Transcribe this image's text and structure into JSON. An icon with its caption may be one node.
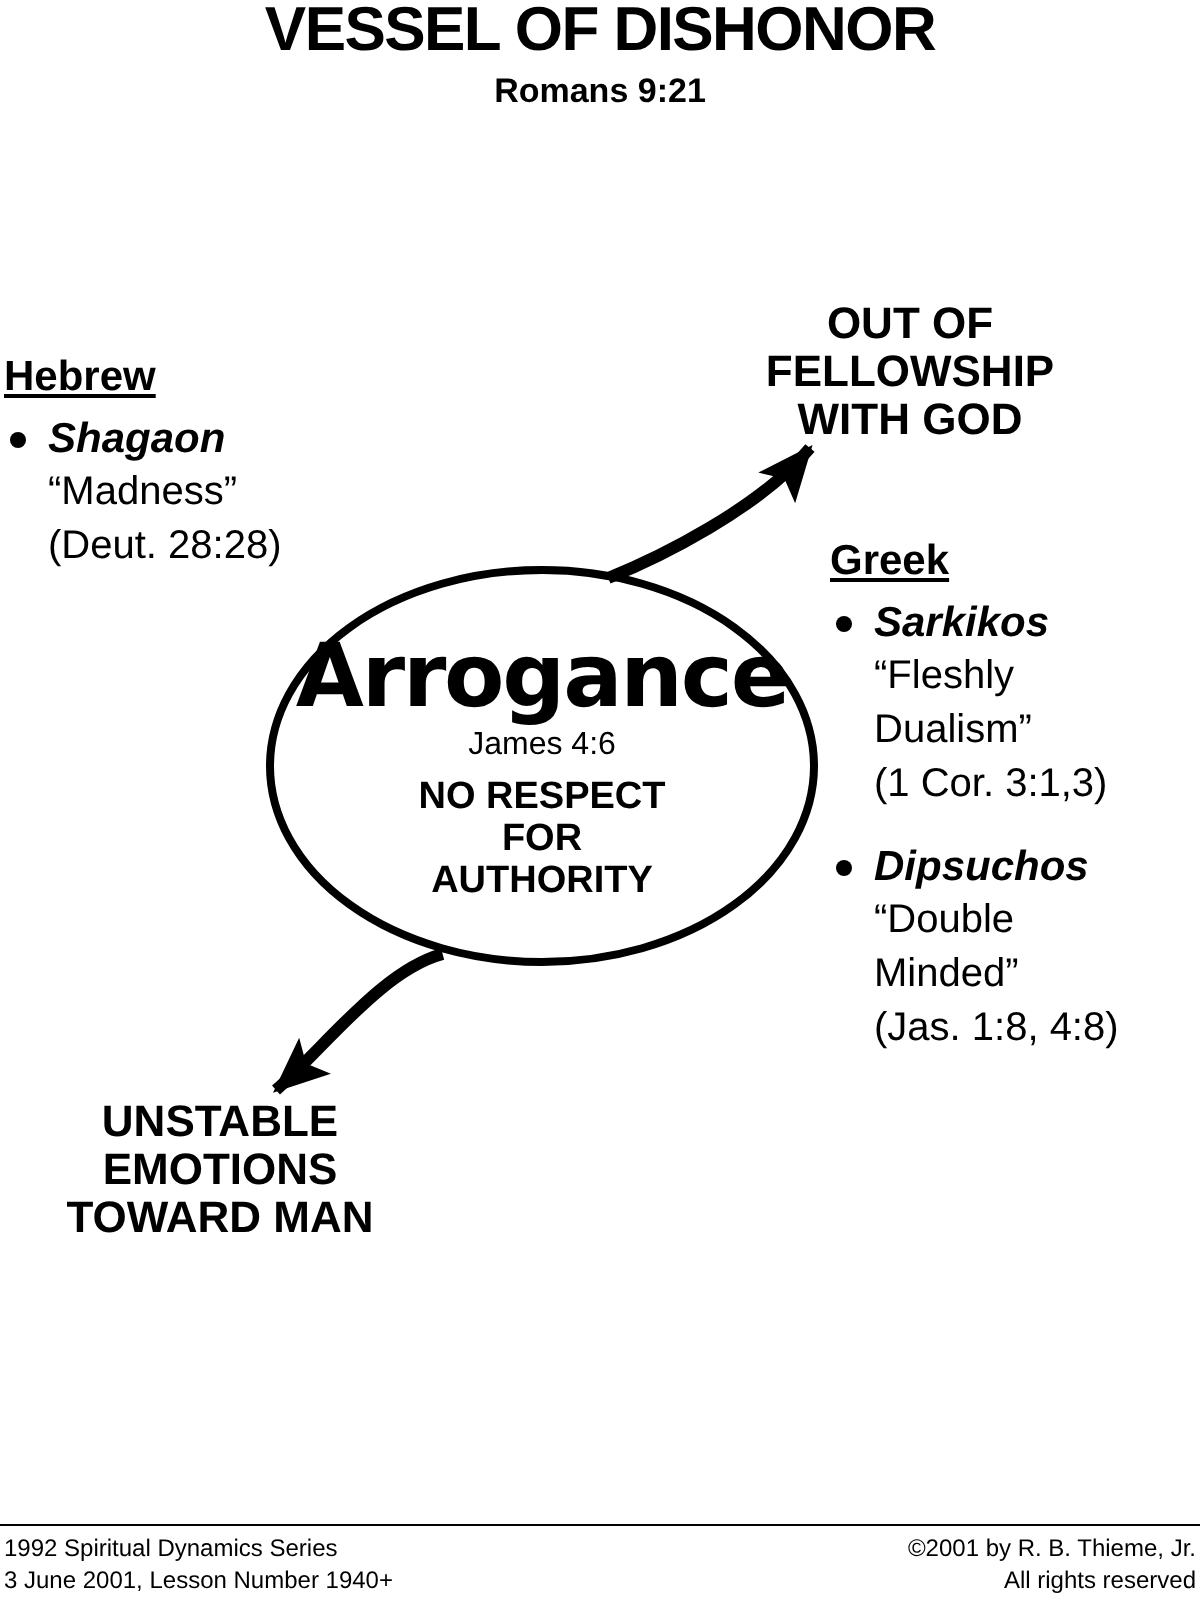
{
  "diagram": {
    "title": "VESSEL OF DISHONOR",
    "nodes": [
      {
        "text": [
          "Arrogance",
          "James 4:6",
          "NO RESPECT FOR AUTHORITY"
        ]
      },
      {
        "text": [
          "OUT OF FELLOWSHIP WITH GOD"
        ]
      },
      {
        "text": [
          "UNSTABLE EMOTIONS TOWARD MAN"
        ]
      }
    ],
    "edges": [
      {
        "from": 0,
        "to": 1,
        "arrow": "to"
      },
      {
        "from": 0,
        "to": 2,
        "arrow": "to"
      }
    ],
    "labels": [
      "Romans 9:21",
      "Hebrew",
      "Shagaon",
      "“Madness”",
      "(Deut. 28:28)",
      "Greek",
      "Sarkikos",
      "“Fleshly Dualism”",
      "(1 Cor. 3:1,3)",
      "Dipsuchos",
      "“Double Minded”",
      "(Jas. 1:8, 4:8)",
      "1992 Spiritual Dynamics Series",
      "©2001 by R. B. Thieme, Jr.",
      "3 June 2001, Lesson Number 1940+",
      "All rights reserved"
    ]
  }
}
